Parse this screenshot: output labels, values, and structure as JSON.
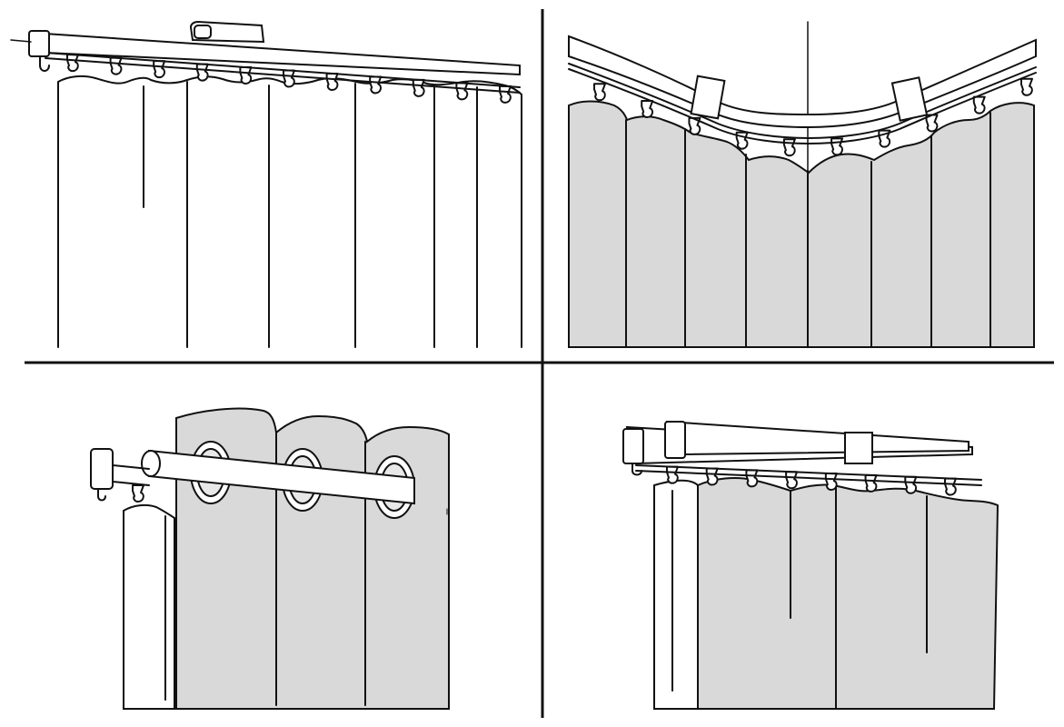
{
  "colors": {
    "background": "#ffffff",
    "line": "#111111",
    "fabric_fill": "#d9d9d9",
    "divider": "#111111"
  },
  "panels": [
    {
      "id": "straight-track-curtain",
      "fabric": "unfilled",
      "glide_count": 11
    },
    {
      "id": "curved-bay-track-curtain",
      "fabric": "grey",
      "glide_count": 10
    },
    {
      "id": "double-rod-eyelet-curtain",
      "fabric": "grey",
      "eyelet_count": 3
    },
    {
      "id": "double-track-curtain",
      "fabric": "grey",
      "glide_count": 8
    }
  ]
}
